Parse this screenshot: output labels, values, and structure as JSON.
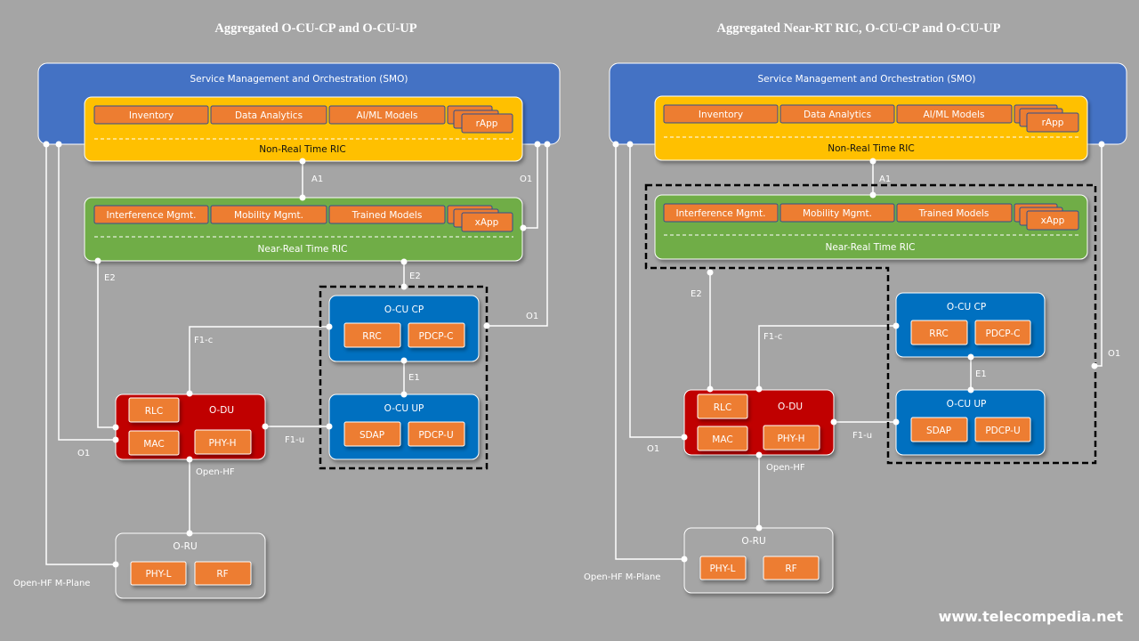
{
  "watermark": "www.telecompedia.net",
  "colors": {
    "background": "#a5a5a5",
    "smo": "#4472c4",
    "non_rt_ric": "#ffc000",
    "near_rt_ric": "#70ad47",
    "function_block": "#ed7d31",
    "o_du": "#c00000",
    "o_cu": "#0070c0",
    "o_ru": "#a5a5a5",
    "connector": "#ffffff",
    "aggregation_border": "#000000"
  },
  "diagrams": [
    {
      "title": "Aggregated O-CU-CP  and  O-CU-UP",
      "smo": {
        "label": "Service Management  and Orchestration (SMO)"
      },
      "non_rt_ric": {
        "label": "Non-Real Time RIC",
        "functions": [
          "Inventory",
          "Data Analytics",
          "AI/ML Models"
        ],
        "app": "rApp"
      },
      "near_rt_ric": {
        "label": "Near-Real Time RIC",
        "functions": [
          "Interference Mgmt.",
          "Mobility Mgmt.",
          "Trained Models"
        ],
        "app": "xApp"
      },
      "o_cu_cp": {
        "label": "O-CU CP",
        "functions": [
          "RRC",
          "PDCP-C"
        ]
      },
      "o_cu_up": {
        "label": "O-CU UP",
        "functions": [
          "SDAP",
          "PDCP-U"
        ]
      },
      "o_du": {
        "label": "O-DU",
        "functions": [
          "RLC",
          "MAC",
          "PHY-H"
        ]
      },
      "o_ru": {
        "label": "O-RU",
        "functions": [
          "PHY-L",
          "RF"
        ]
      },
      "interfaces": {
        "a1": "A1",
        "o1_top": "O1",
        "o1_cu": "O1",
        "o1_du": "O1",
        "e2_du": "E2",
        "e2_cu": "E2",
        "e1": "E1",
        "f1c": "F1-c",
        "f1u": "F1-u",
        "open_hf": "Open-HF",
        "open_hf_mplane": "Open-HF M-Plane"
      }
    },
    {
      "title": "Aggregated Near-RT RIC, O-CU-CP  and  O-CU-UP",
      "smo": {
        "label": "Service Management  and Orchestration (SMO)"
      },
      "non_rt_ric": {
        "label": "Non-Real Time RIC",
        "functions": [
          "Inventory",
          "Data Analytics",
          "AI/ML Models"
        ],
        "app": "rApp"
      },
      "near_rt_ric": {
        "label": "Near-Real Time RIC",
        "functions": [
          "Interference Mgmt.",
          "Mobility Mgmt.",
          "Trained Models"
        ],
        "app": "xApp"
      },
      "o_cu_cp": {
        "label": "O-CU CP",
        "functions": [
          "RRC",
          "PDCP-C"
        ]
      },
      "o_cu_up": {
        "label": "O-CU UP",
        "functions": [
          "SDAP",
          "PDCP-U"
        ]
      },
      "o_du": {
        "label": "O-DU",
        "functions": [
          "RLC",
          "MAC",
          "PHY-H"
        ]
      },
      "o_ru": {
        "label": "O-RU",
        "functions": [
          "PHY-L",
          "RF"
        ]
      },
      "interfaces": {
        "a1": "A1",
        "o1_agg": "O1",
        "o1_du": "O1",
        "e2_du": "E2",
        "e1": "E1",
        "f1c": "F1-c",
        "f1u": "F1-u",
        "open_hf": "Open-HF",
        "open_hf_mplane": "Open-HF M-Plane"
      }
    }
  ]
}
